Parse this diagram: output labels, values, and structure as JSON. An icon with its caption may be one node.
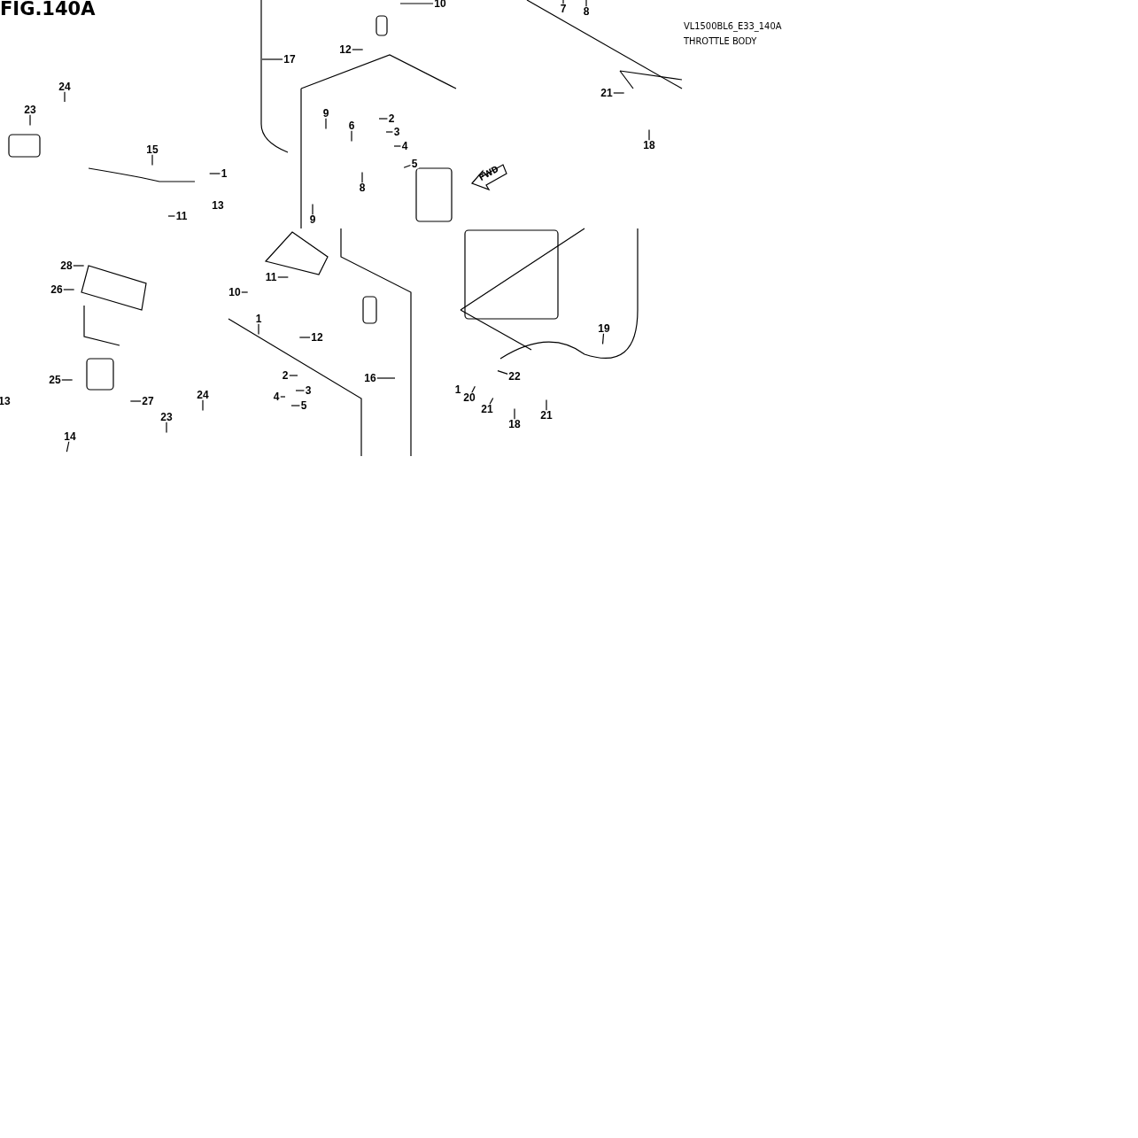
{
  "diagram": {
    "title": "FIG.140A",
    "nodes": [
      {
        "text": [
          "10"
        ]
      },
      {
        "text": [
          "17"
        ]
      },
      {
        "text": [
          "12"
        ]
      },
      {
        "text": [
          "24"
        ]
      },
      {
        "text": [
          "23"
        ]
      },
      {
        "text": [
          "9"
        ]
      },
      {
        "text": [
          "2"
        ]
      },
      {
        "text": [
          "6"
        ]
      },
      {
        "text": [
          "3"
        ]
      },
      {
        "text": [
          "4"
        ]
      },
      {
        "text": [
          "5"
        ]
      },
      {
        "text": [
          "15"
        ]
      },
      {
        "text": [
          "1"
        ]
      },
      {
        "text": [
          "8"
        ]
      },
      {
        "text": [
          "13"
        ]
      },
      {
        "text": [
          "11"
        ]
      },
      {
        "text": [
          "9"
        ]
      },
      {
        "text": [
          "7"
        ]
      },
      {
        "text": [
          "8"
        ]
      },
      {
        "text": [
          "21"
        ]
      },
      {
        "text": [
          "18"
        ]
      },
      {
        "text": [
          "28"
        ]
      },
      {
        "text": [
          "26"
        ]
      },
      {
        "text": [
          "11"
        ]
      },
      {
        "text": [
          "10"
        ]
      },
      {
        "text": [
          "1"
        ]
      },
      {
        "text": [
          "12"
        ]
      },
      {
        "text": [
          "2"
        ]
      },
      {
        "text": [
          "16"
        ]
      },
      {
        "text": [
          "4"
        ]
      },
      {
        "text": [
          "3"
        ]
      },
      {
        "text": [
          "25"
        ]
      },
      {
        "text": [
          "13"
        ]
      },
      {
        "text": [
          "27"
        ]
      },
      {
        "text": [
          "5"
        ]
      },
      {
        "text": [
          "24"
        ]
      },
      {
        "text": [
          "23"
        ]
      },
      {
        "text": [
          "14"
        ]
      },
      {
        "text": [
          "19"
        ]
      },
      {
        "text": [
          "22"
        ]
      },
      {
        "text": [
          "1"
        ]
      },
      {
        "text": [
          "20"
        ]
      },
      {
        "text": [
          "21"
        ]
      },
      {
        "text": [
          "18"
        ]
      },
      {
        "text": [
          "21"
        ]
      }
    ],
    "edges": [
      {
        "from": 0,
        "to": null,
        "arrow": "none"
      },
      {
        "from": 1,
        "to": null,
        "arrow": "none"
      },
      {
        "from": 2,
        "to": null,
        "arrow": "none"
      },
      {
        "from": 3,
        "to": null,
        "arrow": "none"
      },
      {
        "from": 4,
        "to": null,
        "arrow": "none"
      },
      {
        "from": 5,
        "to": null,
        "arrow": "none"
      },
      {
        "from": 6,
        "to": null,
        "arrow": "none"
      },
      {
        "from": 7,
        "to": null,
        "arrow": "none"
      },
      {
        "from": 8,
        "to": null,
        "arrow": "none"
      },
      {
        "from": 9,
        "to": null,
        "arrow": "none"
      },
      {
        "from": 10,
        "to": null,
        "arrow": "none"
      },
      {
        "from": 11,
        "to": null,
        "arrow": "none"
      },
      {
        "from": 12,
        "to": null,
        "arrow": "none"
      },
      {
        "from": 13,
        "to": null,
        "arrow": "none"
      },
      {
        "from": 15,
        "to": null,
        "arrow": "none"
      },
      {
        "from": 16,
        "to": null,
        "arrow": "none"
      },
      {
        "from": 17,
        "to": null,
        "arrow": "none"
      },
      {
        "from": 18,
        "to": null,
        "arrow": "none"
      },
      {
        "from": 19,
        "to": null,
        "arrow": "none"
      },
      {
        "from": 20,
        "to": null,
        "arrow": "none"
      },
      {
        "from": 21,
        "to": null,
        "arrow": "none"
      },
      {
        "from": 22,
        "to": null,
        "arrow": "none"
      },
      {
        "from": 23,
        "to": null,
        "arrow": "none"
      },
      {
        "from": 24,
        "to": null,
        "arrow": "none"
      },
      {
        "from": 25,
        "to": null,
        "arrow": "none"
      },
      {
        "from": 26,
        "to": null,
        "arrow": "none"
      },
      {
        "from": 27,
        "to": null,
        "arrow": "none"
      },
      {
        "from": 28,
        "to": null,
        "arrow": "none"
      },
      {
        "from": 29,
        "to": null,
        "arrow": "none"
      },
      {
        "from": 30,
        "to": null,
        "arrow": "none"
      },
      {
        "from": 31,
        "to": null,
        "arrow": "none"
      },
      {
        "from": 33,
        "to": null,
        "arrow": "none"
      },
      {
        "from": 34,
        "to": null,
        "arrow": "none"
      },
      {
        "from": 35,
        "to": null,
        "arrow": "none"
      },
      {
        "from": 36,
        "to": null,
        "arrow": "none"
      },
      {
        "from": 37,
        "to": null,
        "arrow": "none"
      },
      {
        "from": 38,
        "to": null,
        "arrow": "none"
      },
      {
        "from": 39,
        "to": null,
        "arrow": "none"
      },
      {
        "from": 41,
        "to": null,
        "arrow": "none"
      },
      {
        "from": 42,
        "to": null,
        "arrow": "none"
      },
      {
        "from": 43,
        "to": null,
        "arrow": "none"
      },
      {
        "from": 44,
        "to": null,
        "arrow": "none"
      }
    ],
    "labels": [
      "VL1500BL6_E33_140A",
      "THROTTLE BODY",
      "FWD"
    ]
  }
}
